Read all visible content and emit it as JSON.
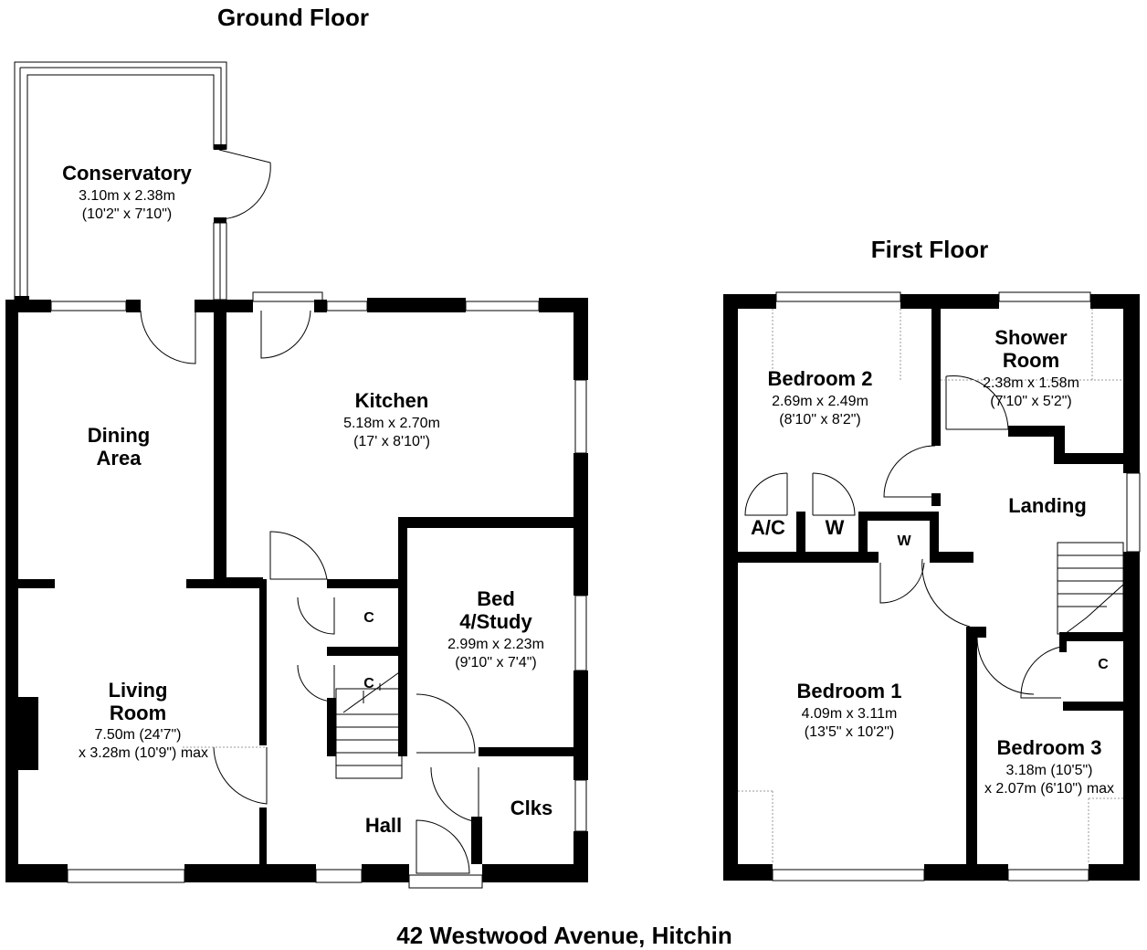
{
  "ground_floor": {
    "title": "Ground Floor",
    "rooms": {
      "conservatory": {
        "name": "Conservatory",
        "dim_m": "3.10m x 2.38m",
        "dim_ft": "(10'2\" x 7'10\")"
      },
      "dining": {
        "name_line1": "Dining",
        "name_line2": "Area"
      },
      "kitchen": {
        "name": "Kitchen",
        "dim_m": "5.18m x 2.70m",
        "dim_ft": "(17' x 8'10\")"
      },
      "bed4": {
        "name_line1": "Bed",
        "name_line2": "4/Study",
        "dim_m": "2.99m x 2.23m",
        "dim_ft": "(9'10\" x 7'4\")"
      },
      "living": {
        "name_line1": "Living",
        "name_line2": "Room",
        "dim_line1": "7.50m (24'7\")",
        "dim_line2": "x 3.28m (10'9\") max"
      },
      "cupboard1": {
        "name": "C"
      },
      "cupboard2": {
        "name": "C"
      },
      "hall": {
        "name": "Hall"
      },
      "clks": {
        "name": "Clks"
      }
    }
  },
  "first_floor": {
    "title": "First Floor",
    "rooms": {
      "bedroom2": {
        "name": "Bedroom 2",
        "dim_m": "2.69m x 2.49m",
        "dim_ft": "(8'10\" x 8'2\")"
      },
      "shower": {
        "name_line1": "Shower",
        "name_line2": "Room",
        "dim_m": "2.38m x 1.58m",
        "dim_ft": "(7'10\" x 5'2\")"
      },
      "landing": {
        "name": "Landing"
      },
      "ac": {
        "name": "A/C"
      },
      "wardrobe1": {
        "name": "W"
      },
      "wardrobe2": {
        "name": "W"
      },
      "bedroom1": {
        "name": "Bedroom 1",
        "dim_m": "4.09m x 3.11m",
        "dim_ft": "(13'5\" x 10'2\")"
      },
      "cupboard": {
        "name": "C"
      },
      "bedroom3": {
        "name": "Bedroom 3",
        "dim_line1": "3.18m (10'5\")",
        "dim_line2": "x 2.07m (6'10\") max"
      }
    }
  },
  "address": "42 Westwood Avenue, Hitchin"
}
